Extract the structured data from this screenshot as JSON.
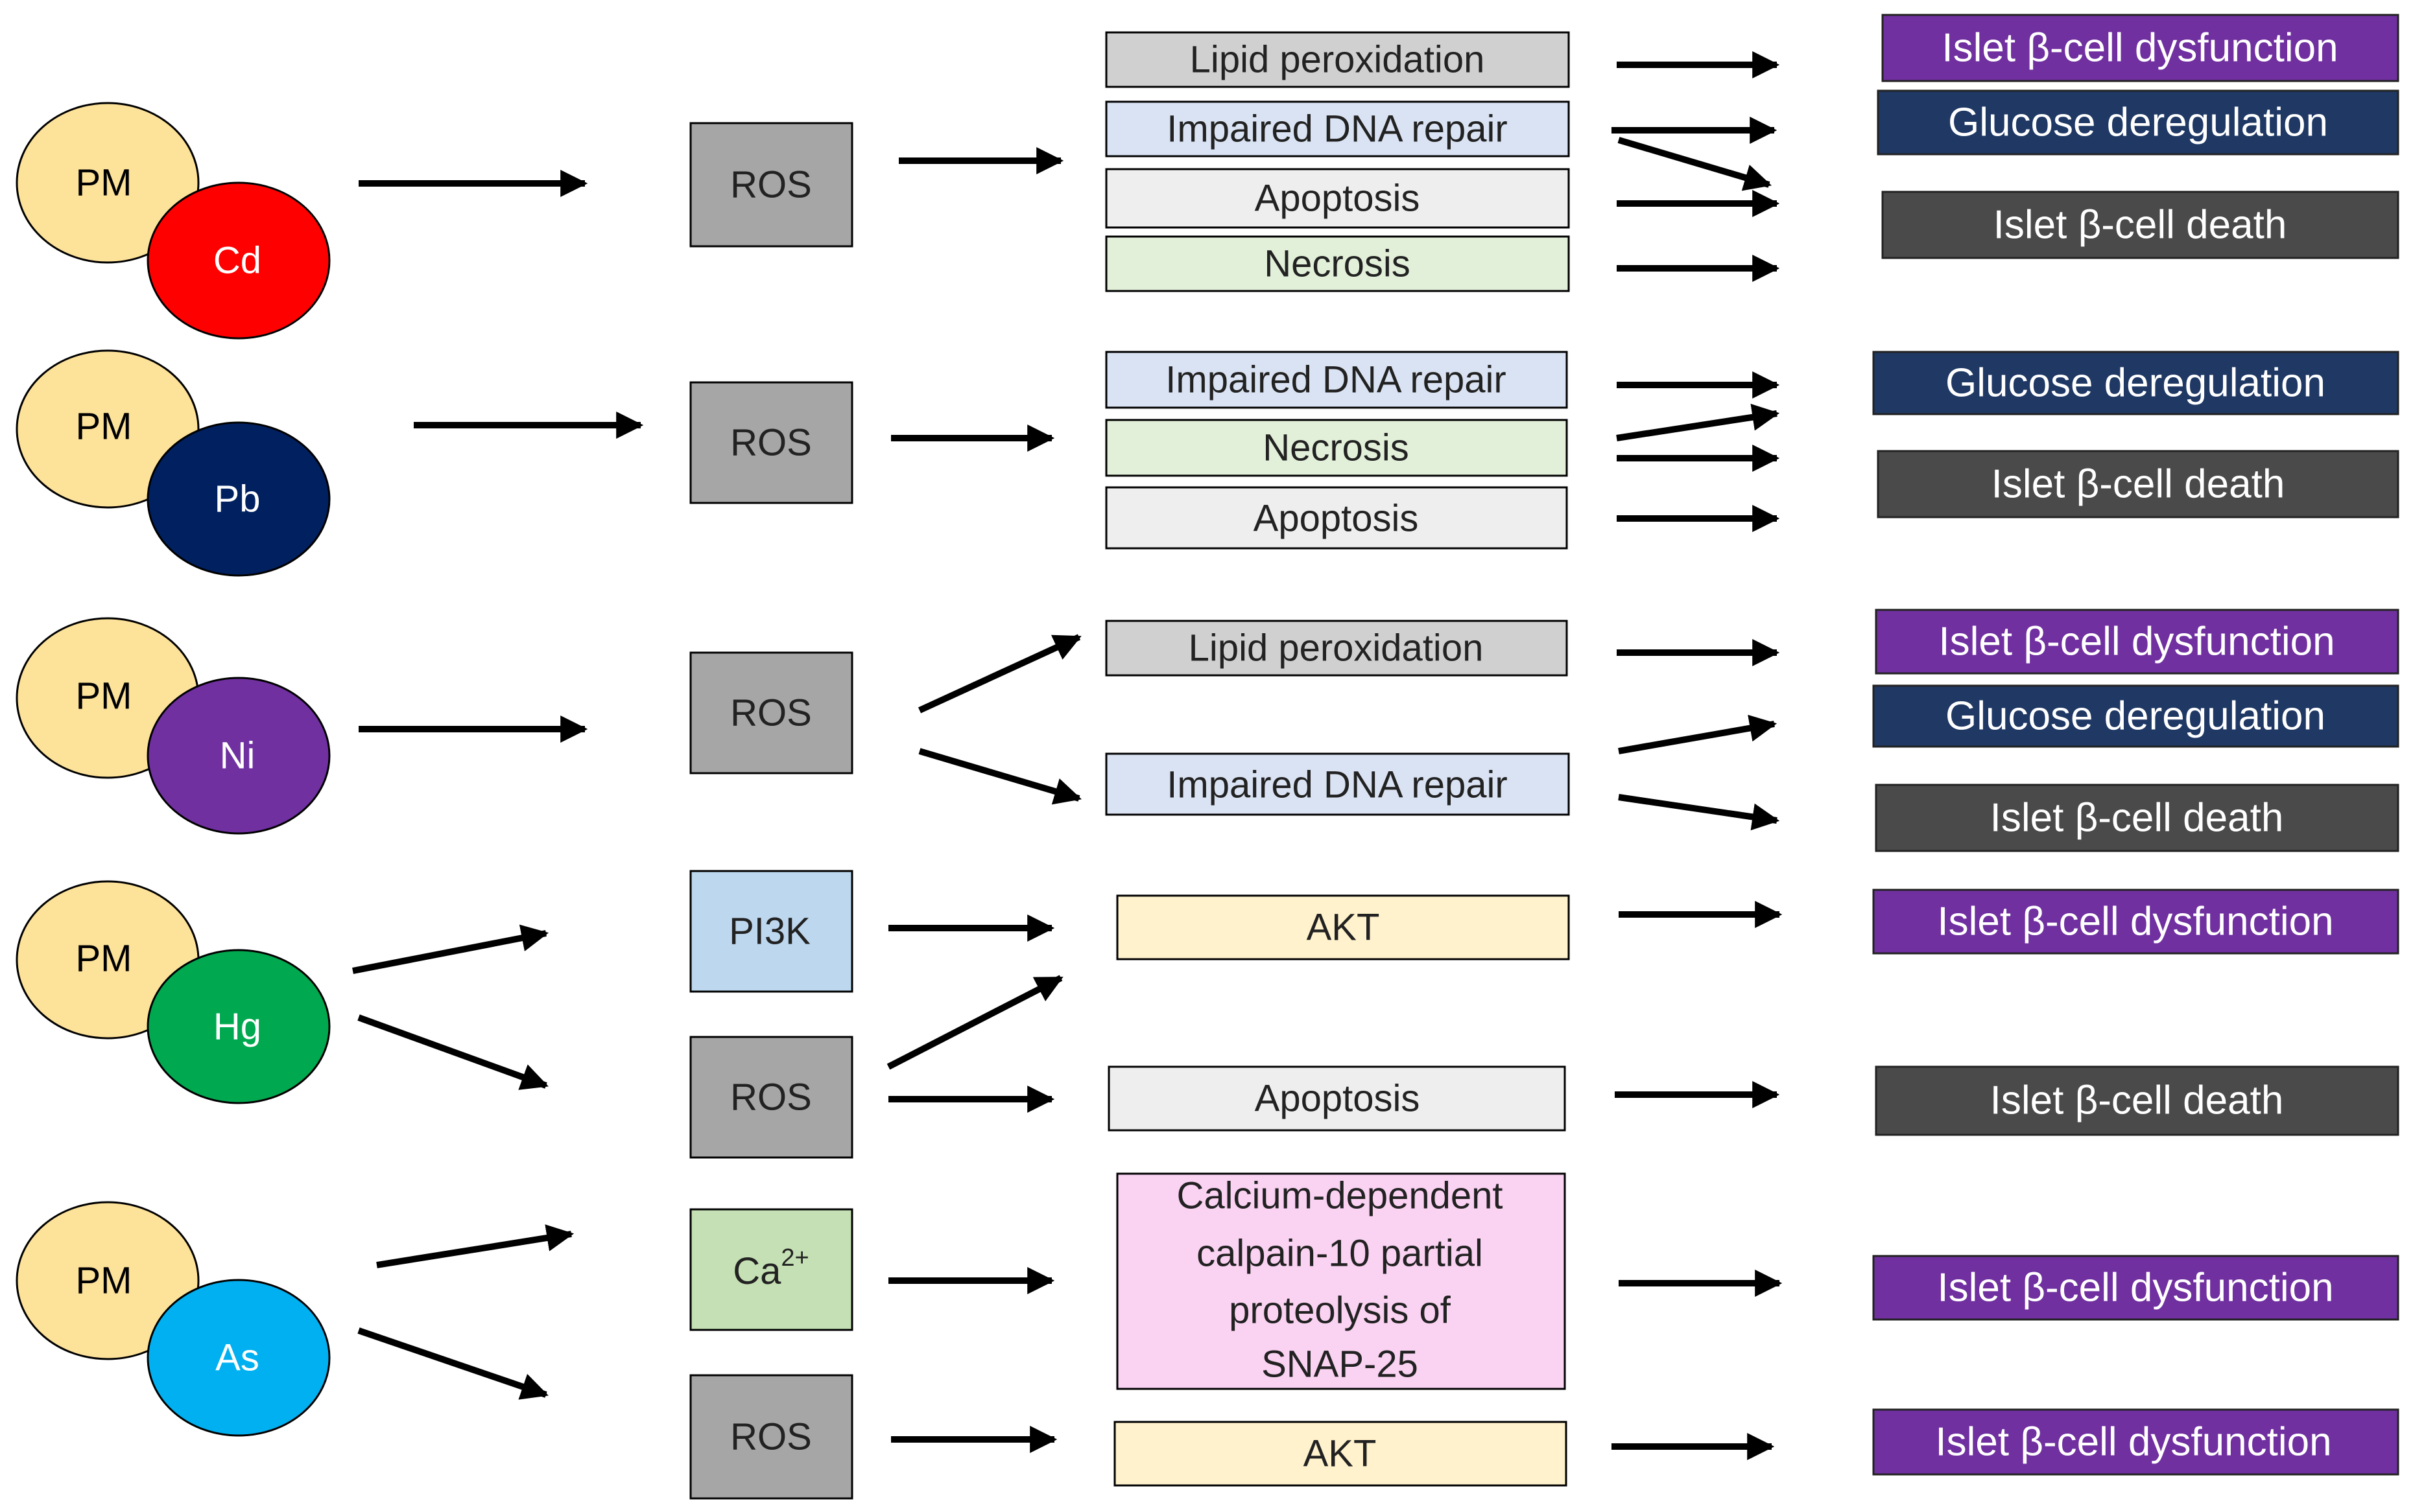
{
  "colors": {
    "pm": "#FDE29A",
    "Cd": "#FF0000",
    "Pb": "#002060",
    "Ni": "#7030A0",
    "Hg": "#00A84F",
    "As": "#00B0F0",
    "gray_box": "#A6A6A6",
    "pi3k": "#BDD7EE",
    "ca": "#C5E0B4",
    "lipid": "#D0D0D0",
    "dna": "#DAE3F3",
    "apoptosis": "#EEEEEE",
    "necrosis": "#E2F0D9",
    "akt": "#FFF2CC",
    "calpain": "#FAD2F2",
    "dysfunction": "#7030A0",
    "glucose": "#1F3864",
    "death": "#4A4A4A"
  },
  "groups": {
    "cd": {
      "pm": "PM",
      "metal": "Cd",
      "mediator": "ROS",
      "effects": [
        "Lipid peroxidation",
        "Impaired DNA repair",
        "Apoptosis",
        "Necrosis"
      ],
      "outcomes": [
        "Islet β-cell dysfunction",
        "Glucose deregulation",
        "Islet β-cell death"
      ]
    },
    "pb": {
      "pm": "PM",
      "metal": "Pb",
      "mediator": "ROS",
      "effects": [
        "Impaired DNA repair",
        "Necrosis",
        "Apoptosis"
      ],
      "outcomes": [
        "Glucose deregulation",
        "Islet β-cell death"
      ]
    },
    "ni": {
      "pm": "PM",
      "metal": "Ni",
      "mediator": "ROS",
      "effects": [
        "Lipid peroxidation",
        "Impaired DNA repair"
      ],
      "outcomes": [
        "Islet β-cell dysfunction",
        "Glucose deregulation",
        "Islet β-cell death"
      ]
    },
    "hg": {
      "pm": "PM",
      "metal": "Hg",
      "mediators": [
        "PI3K",
        "ROS"
      ],
      "effects": [
        "AKT",
        "Apoptosis"
      ],
      "outcomes": [
        "Islet β-cell dysfunction",
        "Islet β-cell death"
      ]
    },
    "as": {
      "pm": "PM",
      "metal": "As",
      "mediators": [
        "Ca",
        "2+",
        "ROS"
      ],
      "effects": [
        "Calcium-dependent",
        "calpain-10 partial",
        "proteolysis of",
        "SNAP-25",
        "AKT"
      ],
      "outcomes": [
        "Islet β-cell dysfunction",
        "Islet β-cell dysfunction"
      ]
    }
  }
}
